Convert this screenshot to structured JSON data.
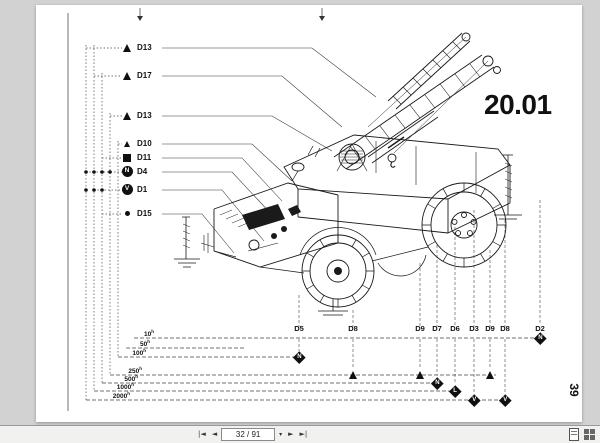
{
  "document": {
    "section_number": "20.01",
    "page_number": "39",
    "left_callouts": [
      {
        "label": "D13",
        "symbol": "triangle",
        "letter": ""
      },
      {
        "label": "D17",
        "symbol": "triangle",
        "letter": ""
      },
      {
        "label": "D13",
        "symbol": "triangle",
        "letter": ""
      },
      {
        "label": "D10",
        "symbol": "triangle-small",
        "letter": ""
      },
      {
        "label": "D11",
        "symbol": "square",
        "letter": ""
      },
      {
        "label": "D4",
        "symbol": "circle",
        "letter": "N"
      },
      {
        "label": "D1",
        "symbol": "circle",
        "letter": "V"
      },
      {
        "label": "D15",
        "symbol": "dot",
        "letter": ""
      }
    ],
    "bottom_callouts": [
      {
        "label": "D5",
        "symbol": "diamond",
        "letter": "N"
      },
      {
        "label": "D8",
        "symbol": "triangle",
        "letter": ""
      },
      {
        "label": "D9",
        "symbol": "triangle",
        "letter": ""
      },
      {
        "label": "D7",
        "symbol": "diamond",
        "letter": "N"
      },
      {
        "label": "D6",
        "symbol": "diamond",
        "letter": "L"
      },
      {
        "label": "D3",
        "symbol": "diamond",
        "letter": "V"
      },
      {
        "label": "D9",
        "symbol": "triangle",
        "letter": ""
      },
      {
        "label": "D8",
        "symbol": "diamond",
        "letter": "V"
      },
      {
        "label": "D2",
        "symbol": "diamond",
        "letter": "N"
      }
    ],
    "service_intervals": [
      {
        "value": "10",
        "unit": "h"
      },
      {
        "value": "50",
        "unit": "h"
      },
      {
        "value": "100",
        "unit": "h"
      },
      {
        "value": "250",
        "unit": "h"
      },
      {
        "value": "500",
        "unit": "h"
      },
      {
        "value": "1000",
        "unit": "h"
      },
      {
        "value": "2000",
        "unit": "h"
      }
    ]
  },
  "toolbar": {
    "page_indicator": "32 / 91",
    "first_page_glyph": "|◄",
    "prev_page_glyph": "◄",
    "page_menu_glyph": "▾",
    "next_page_glyph": "►",
    "last_page_glyph": "►|"
  },
  "colors": {
    "background": "#d2d2d2",
    "page": "#ffffff",
    "ink": "#1a1a1a",
    "toolbar": "#f1f1ef"
  }
}
